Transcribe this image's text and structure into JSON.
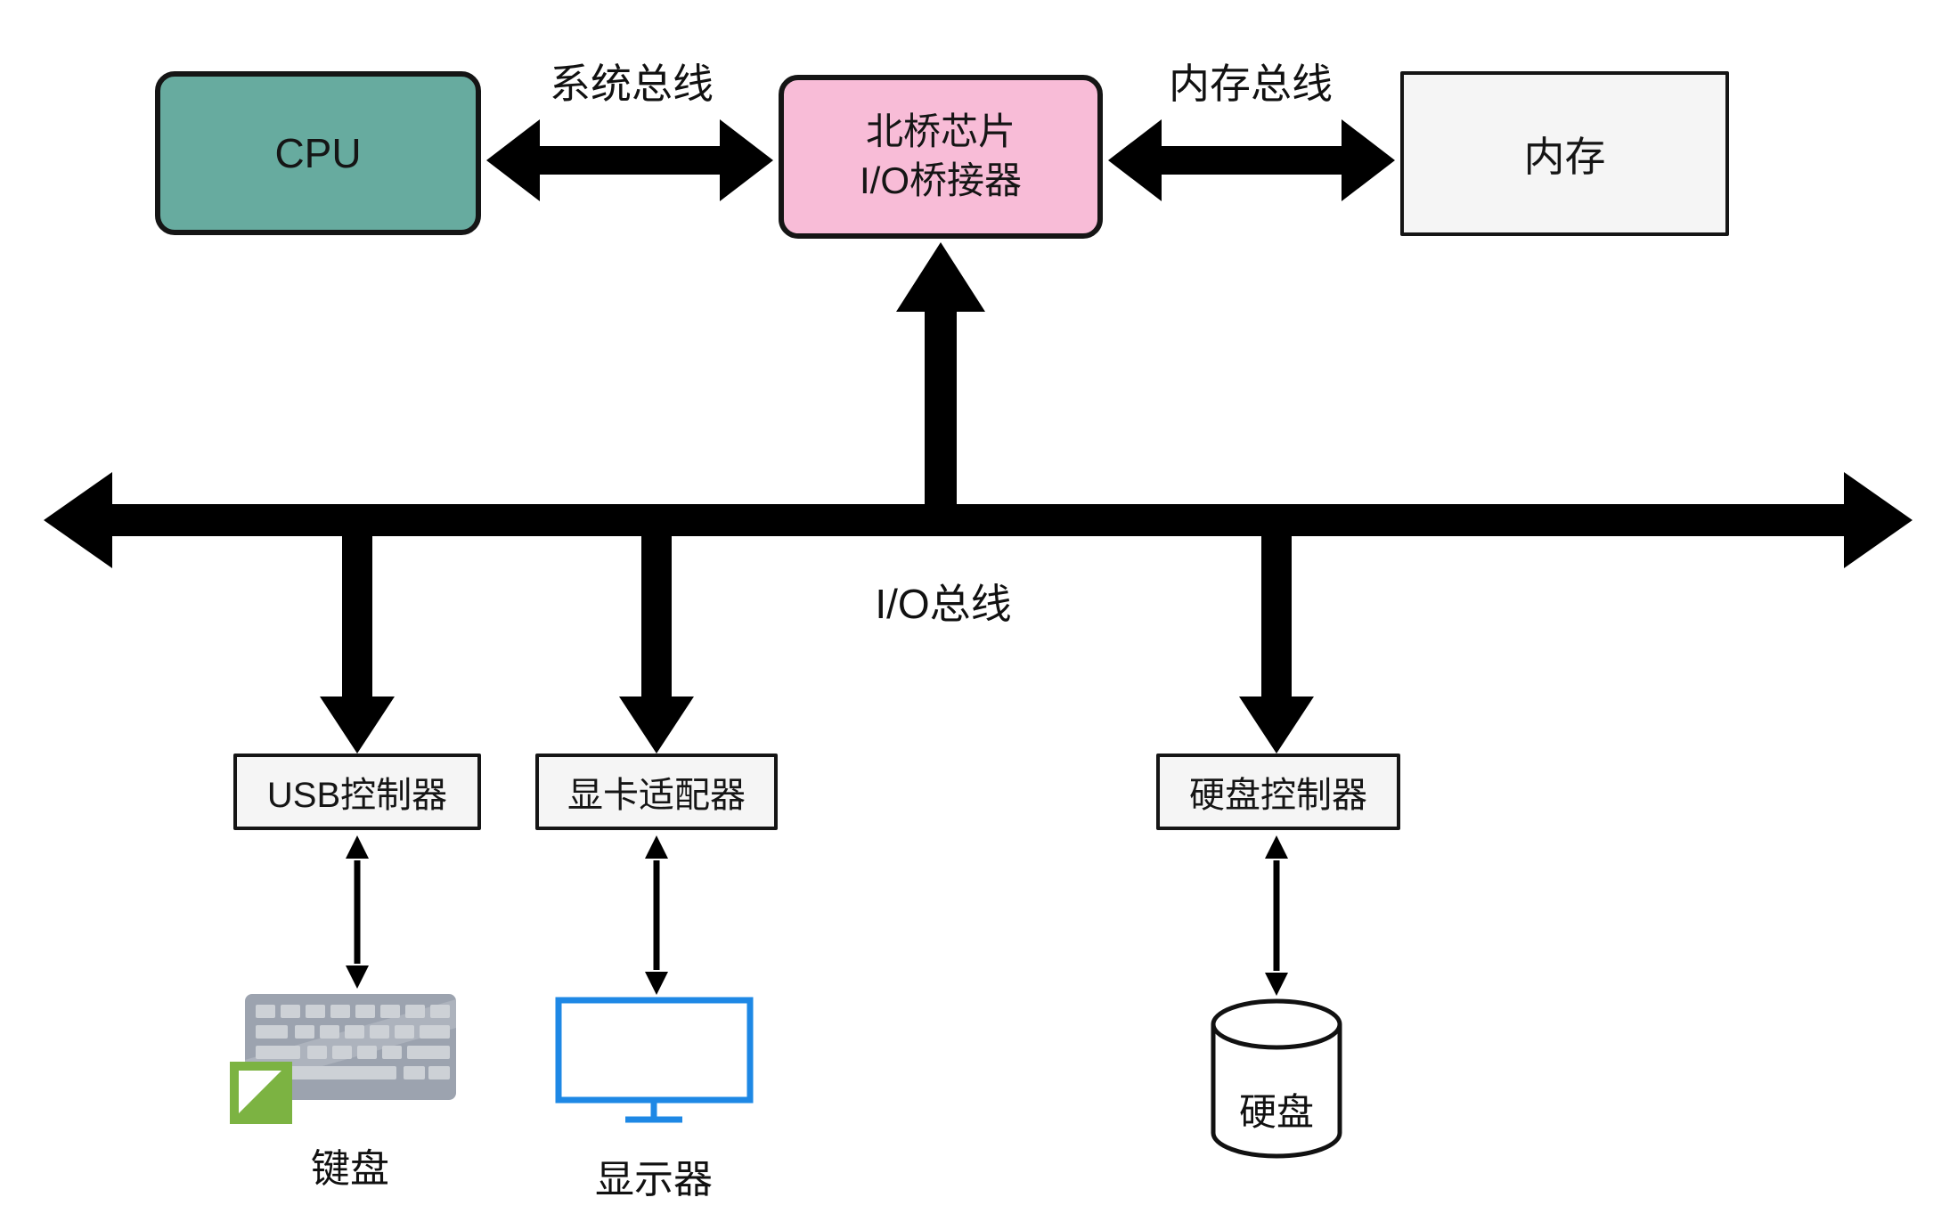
{
  "diagram": {
    "nodes": {
      "cpu": {
        "label": "CPU"
      },
      "northbridge": {
        "line1": "北桥芯片",
        "line2": "I/O桥接器"
      },
      "memory": {
        "label": "内存"
      },
      "usb_controller": {
        "label": "USB控制器"
      },
      "graphics_adapter": {
        "label": "显卡适配器"
      },
      "disk_controller": {
        "label": "硬盘控制器"
      },
      "keyboard": {
        "label": "键盘"
      },
      "monitor": {
        "label": "显示器"
      },
      "hard_disk": {
        "label": "硬盘"
      }
    },
    "buses": {
      "system_bus": {
        "label": "系统总线"
      },
      "memory_bus": {
        "label": "内存总线"
      },
      "io_bus": {
        "label": "I/O总线"
      }
    },
    "colors": {
      "cpu_fill": "#67AB9F",
      "northbridge_fill": "#F8BCD7",
      "box_fill": "#F5F5F5",
      "arrow_black": "#000000",
      "monitor_blue": "#1E88E5",
      "keyboard_gray": "#9CA3AF",
      "keyboard_key_gray": "#CDD1D6",
      "badge_green": "#7CB342"
    }
  }
}
